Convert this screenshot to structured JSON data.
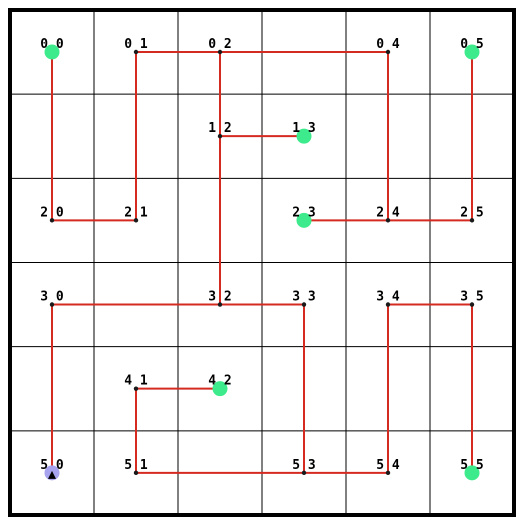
{
  "puzzle": {
    "grid": {
      "rows": 6,
      "cols": 6
    },
    "colors": {
      "background": "#ffffff",
      "border": "#000000",
      "grid_line": "#000000",
      "path": "#d42a20",
      "node": "#1a1a1a",
      "target": "#3deb8c",
      "start": "#a7a3ee",
      "agent": "#000000"
    },
    "labeled_cells": [
      {
        "r": 0,
        "c": 0,
        "label": "0 0"
      },
      {
        "r": 0,
        "c": 1,
        "label": "0 1"
      },
      {
        "r": 0,
        "c": 2,
        "label": "0 2"
      },
      {
        "r": 0,
        "c": 4,
        "label": "0 4"
      },
      {
        "r": 0,
        "c": 5,
        "label": "0 5"
      },
      {
        "r": 1,
        "c": 2,
        "label": "1 2"
      },
      {
        "r": 1,
        "c": 3,
        "label": "1 3"
      },
      {
        "r": 2,
        "c": 0,
        "label": "2 0"
      },
      {
        "r": 2,
        "c": 1,
        "label": "2 1"
      },
      {
        "r": 2,
        "c": 3,
        "label": "2 3"
      },
      {
        "r": 2,
        "c": 4,
        "label": "2 4"
      },
      {
        "r": 2,
        "c": 5,
        "label": "2 5"
      },
      {
        "r": 3,
        "c": 0,
        "label": "3 0"
      },
      {
        "r": 3,
        "c": 2,
        "label": "3 2"
      },
      {
        "r": 3,
        "c": 3,
        "label": "3 3"
      },
      {
        "r": 3,
        "c": 4,
        "label": "3 4"
      },
      {
        "r": 3,
        "c": 5,
        "label": "3 5"
      },
      {
        "r": 4,
        "c": 1,
        "label": "4 1"
      },
      {
        "r": 4,
        "c": 2,
        "label": "4 2"
      },
      {
        "r": 5,
        "c": 0,
        "label": "5 0"
      },
      {
        "r": 5,
        "c": 1,
        "label": "5 1"
      },
      {
        "r": 5,
        "c": 3,
        "label": "5 3"
      },
      {
        "r": 5,
        "c": 4,
        "label": "5 4"
      },
      {
        "r": 5,
        "c": 5,
        "label": "5 5"
      }
    ],
    "paths": [
      [
        [
          0,
          0
        ],
        [
          2,
          0
        ],
        [
          2,
          1
        ],
        [
          0,
          1
        ],
        [
          0,
          4
        ],
        [
          2,
          4
        ],
        [
          2,
          5
        ],
        [
          0,
          5
        ]
      ],
      [
        [
          1,
          3
        ],
        [
          1,
          2
        ],
        [
          0,
          2
        ]
      ],
      [
        [
          2,
          3
        ],
        [
          2,
          4
        ]
      ],
      [
        [
          5,
          0
        ],
        [
          3,
          0
        ],
        [
          3,
          3
        ],
        [
          5,
          3
        ],
        [
          5,
          1
        ],
        [
          4,
          1
        ],
        [
          4,
          2
        ]
      ],
      [
        [
          3,
          2
        ],
        [
          1,
          2
        ]
      ],
      [
        [
          5,
          3
        ],
        [
          5,
          4
        ],
        [
          3,
          4
        ],
        [
          3,
          5
        ],
        [
          5,
          5
        ]
      ]
    ],
    "targets": [
      {
        "r": 0,
        "c": 0
      },
      {
        "r": 0,
        "c": 5
      },
      {
        "r": 1,
        "c": 3
      },
      {
        "r": 2,
        "c": 3
      },
      {
        "r": 4,
        "c": 2
      },
      {
        "r": 5,
        "c": 5
      }
    ],
    "start": {
      "r": 5,
      "c": 0
    },
    "agent": {
      "r": 5,
      "c": 0,
      "icon": "agent-arrow-icon"
    }
  }
}
